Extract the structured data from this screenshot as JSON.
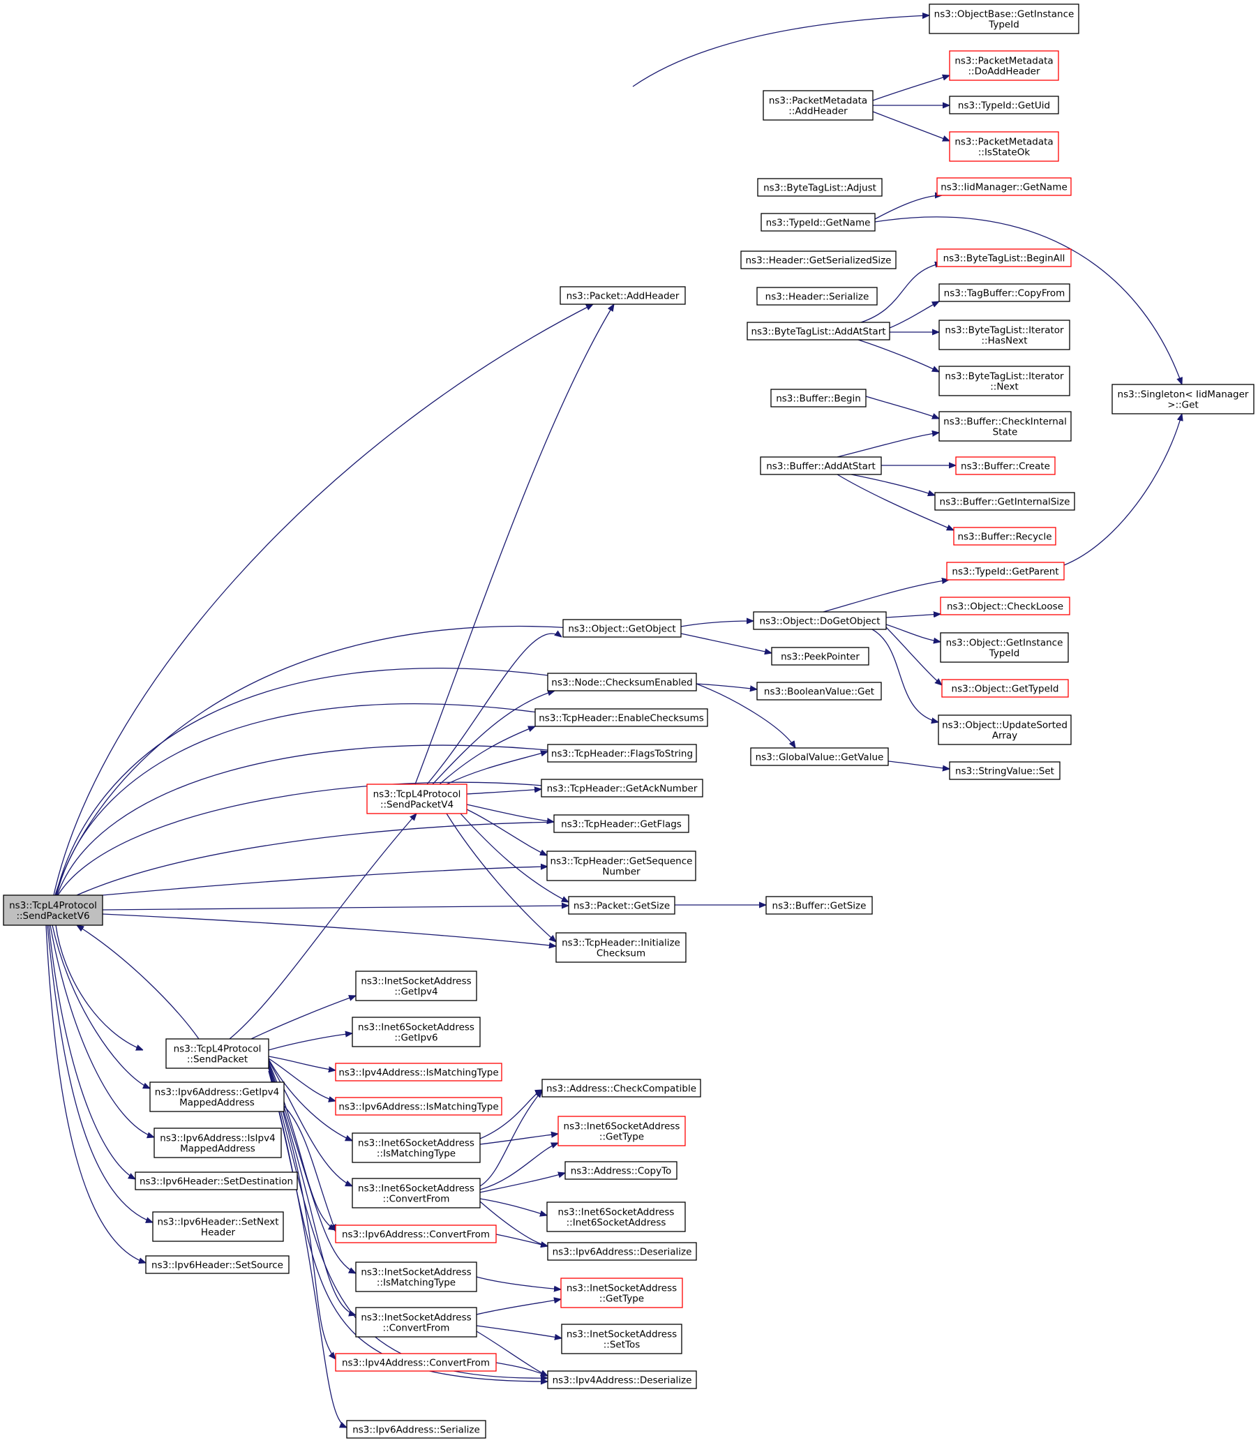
{
  "colors": {
    "edge": "#191970",
    "box_border": "#000000",
    "box_border_external": "#ff0000",
    "box_fill": "#ffffff",
    "root_fill": "#bfbfbf"
  },
  "nodes": {
    "root": "ns3::TcpL4Protocol\n::SendPacketV6",
    "addheader": "ns3::Packet::AddHeader",
    "objbase_getinstance": "ns3::ObjectBase::GetInstance\nTypeId",
    "pm_doaddheader": "ns3::PacketMetadata\n::DoAddHeader",
    "pm_addheader": "ns3::PacketMetadata\n::AddHeader",
    "typeid_getuid": "ns3::TypeId::GetUid",
    "pm_isstateok": "ns3::PacketMetadata\n::IsStateOk",
    "btl_adjust": "ns3::ByteTagList::Adjust",
    "iid_getname": "ns3::IidManager::GetName",
    "typeid_getname": "ns3::TypeId::GetName",
    "header_getserializedsize": "ns3::Header::GetSerializedSize",
    "btl_beginall": "ns3::ByteTagList::BeginAll",
    "header_serialize": "ns3::Header::Serialize",
    "tagbuffer_copyfrom": "ns3::TagBuffer::CopyFrom",
    "btl_addatstart": "ns3::ByteTagList::AddAtStart",
    "btl_it_hasnext": "ns3::ByteTagList::Iterator\n::HasNext",
    "btl_it_next": "ns3::ByteTagList::Iterator\n::Next",
    "singleton_get": "ns3::Singleton< IidManager\n>::Get",
    "buffer_begin": "ns3::Buffer::Begin",
    "buffer_checkinternalstate": "ns3::Buffer::CheckInternal\nState",
    "buffer_addatstart": "ns3::Buffer::AddAtStart",
    "buffer_create": "ns3::Buffer::Create",
    "buffer_getinternalsize": "ns3::Buffer::GetInternalSize",
    "buffer_recycle": "ns3::Buffer::Recycle",
    "typeid_getparent": "ns3::TypeId::GetParent",
    "object_getobject": "ns3::Object::GetObject",
    "object_dogetobject": "ns3::Object::DoGetObject",
    "object_checkloose": "ns3::Object::CheckLoose",
    "peekpointer": "ns3::PeekPointer",
    "object_getinstancetypeid": "ns3::Object::GetInstance\nTypeId",
    "node_checksumenabled": "ns3::Node::ChecksumEnabled",
    "booleanvalue_get": "ns3::BooleanValue::Get",
    "object_gettypeid": "ns3::Object::GetTypeId",
    "tcp_enablechecksums": "ns3::TcpHeader::EnableChecksums",
    "object_updatesortedarray": "ns3::Object::UpdateSorted\nArray",
    "tcp_flagstostring": "ns3::TcpHeader::FlagsToString",
    "globalvalue_getvalue": "ns3::GlobalValue::GetValue",
    "stringvalue_set": "ns3::StringValue::Set",
    "sendpacketv4": "ns3::TcpL4Protocol\n::SendPacketV4",
    "tcp_getacknumber": "ns3::TcpHeader::GetAckNumber",
    "tcp_getflags": "ns3::TcpHeader::GetFlags",
    "tcp_getsequencenumber": "ns3::TcpHeader::GetSequence\nNumber",
    "packet_getsize": "ns3::Packet::GetSize",
    "buffer_getsize": "ns3::Buffer::GetSize",
    "tcp_initializechecksum": "ns3::TcpHeader::Initialize\nChecksum",
    "inet_getipv4": "ns3::InetSocketAddress\n::GetIpv4",
    "inet6_getipv6": "ns3::Inet6SocketAddress\n::GetIpv6",
    "sendpacket": "ns3::TcpL4Protocol\n::SendPacket",
    "ipv4_ismatchingtype": "ns3::Ipv4Address::IsMatchingType",
    "ipv6_getipv4mapped": "ns3::Ipv6Address::GetIpv4\nMappedAddress",
    "ipv6_ismatchingtype": "ns3::Ipv6Address::IsMatchingType",
    "address_checkcompatible": "ns3::Address::CheckCompatible",
    "inet6_gettype": "ns3::Inet6SocketAddress\n::GetType",
    "inet6_ismatchingtype": "ns3::Inet6SocketAddress\n::IsMatchingType",
    "ipv6_isipv4mapped": "ns3::Ipv6Address::IsIpv4\nMappedAddress",
    "address_copyto": "ns3::Address::CopyTo",
    "ipv6header_setdestination": "ns3::Ipv6Header::SetDestination",
    "inet6_convertfrom": "ns3::Inet6SocketAddress\n::ConvertFrom",
    "inet6_ctor": "ns3::Inet6SocketAddress\n::Inet6SocketAddress",
    "ipv6header_setnextheader": "ns3::Ipv6Header::SetNext\nHeader",
    "ipv6_convertfrom": "ns3::Ipv6Address::ConvertFrom",
    "ipv6_deserialize": "ns3::Ipv6Address::Deserialize",
    "ipv6header_setsource": "ns3::Ipv6Header::SetSource",
    "inet_ismatchingtype": "ns3::InetSocketAddress\n::IsMatchingType",
    "inet_gettype": "ns3::InetSocketAddress\n::GetType",
    "inet_convertfrom": "ns3::InetSocketAddress\n::ConvertFrom",
    "inet_settos": "ns3::InetSocketAddress\n::SetTos",
    "ipv4_convertfrom": "ns3::Ipv4Address::ConvertFrom",
    "ipv4_deserialize": "ns3::Ipv4Address::Deserialize",
    "ipv6_serialize": "ns3::Ipv6Address::Serialize"
  }
}
